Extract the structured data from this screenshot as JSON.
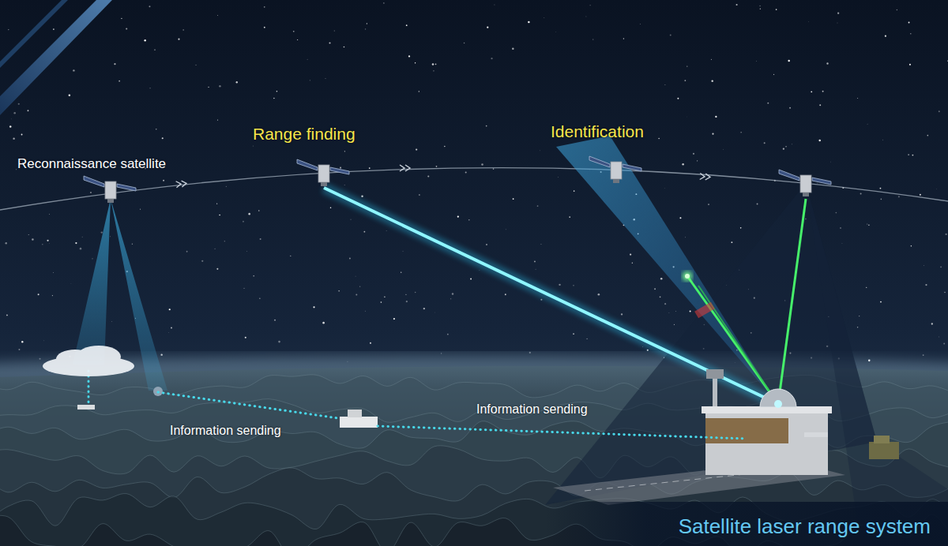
{
  "diagram": {
    "nodes": [
      {
        "text": [
          "Satellite laser range system"
        ]
      }
    ],
    "labels": [
      "Reconnaissance satellite",
      "Range finding",
      "Identification",
      "Information sending",
      "Information sending"
    ]
  }
}
